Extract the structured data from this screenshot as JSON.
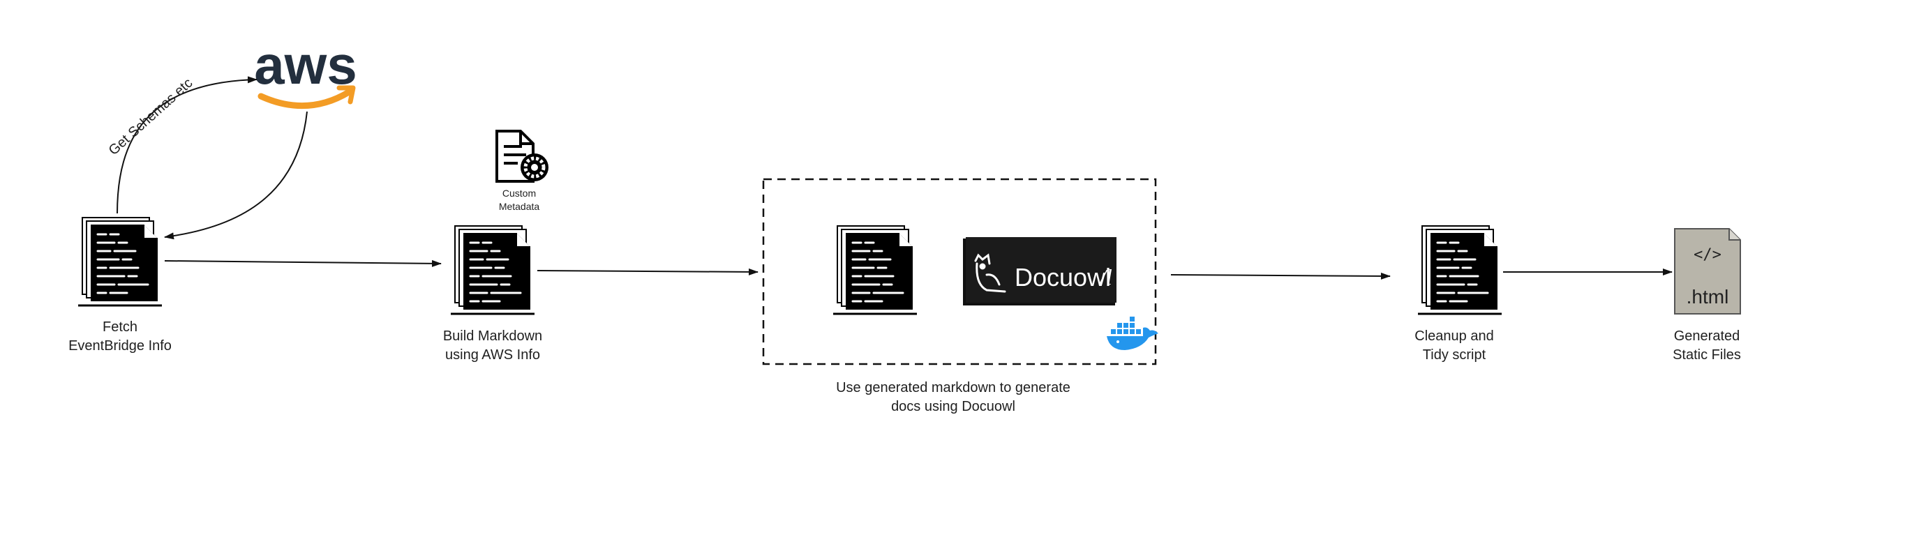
{
  "aws": {
    "logo_text": "aws",
    "edge_label": "Get Schemas etc"
  },
  "steps": [
    {
      "id": "fetch",
      "line1": "Fetch",
      "line2": "EventBridge Info"
    },
    {
      "id": "build",
      "line1": "Build Markdown",
      "line2": "using AWS Info"
    },
    {
      "id": "cleanup",
      "line1": "Cleanup and",
      "line2": "Tidy script"
    },
    {
      "id": "generated",
      "line1": "Generated",
      "line2": "Static Files"
    }
  ],
  "metadata": {
    "line1": "Custom",
    "line2": "Metadata"
  },
  "docuowl_group": {
    "caption_line1": "Use generated markdown to generate",
    "caption_line2": "docs using Docuowl",
    "logo_text": "Docuowl"
  },
  "html_file": {
    "code_glyph": "</>",
    "extension": ".html"
  },
  "colors": {
    "aws_orange": "#f39c25",
    "aws_text": "#232f3e",
    "docker_blue": "#2496ed",
    "file_grey": "#b8b5aa"
  }
}
